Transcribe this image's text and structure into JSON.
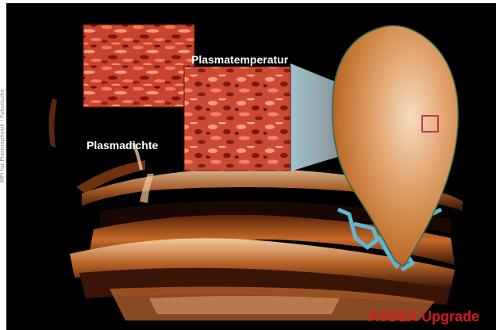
{
  "photo_credit": "MPI für Plasmaphysik / Fotostudio",
  "labels": {
    "temperature": "Plasmatemperatur",
    "density": "Plasmadichte",
    "device": "ASDEX Upgrade"
  },
  "colors": {
    "background": "#000000",
    "plasma_orange": "#c97a3a",
    "device_label_red": "#d81b1b",
    "coil_cyan": "#5fb7d4",
    "zoom_beam": "#9fc3cf"
  }
}
